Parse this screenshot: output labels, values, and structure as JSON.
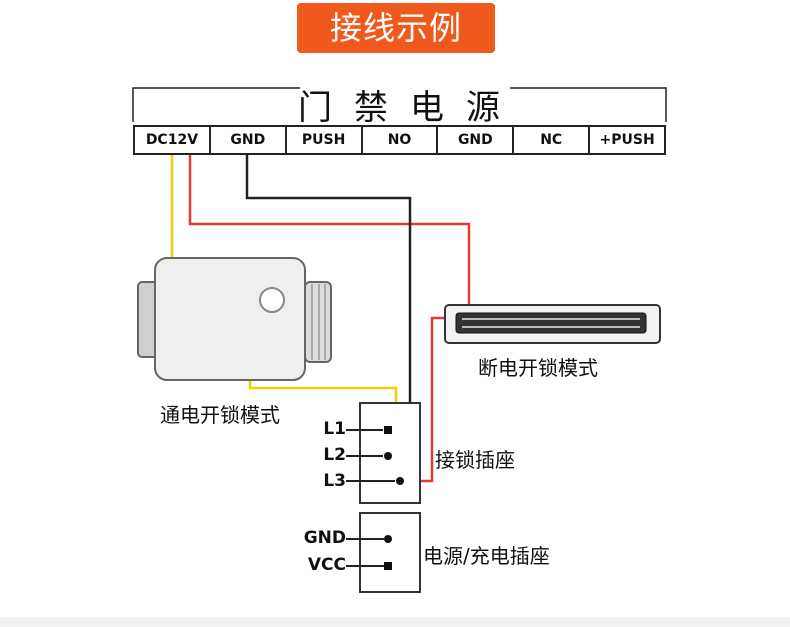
{
  "header": {
    "title": "接线示例"
  },
  "power_supply": {
    "title": "门禁电源",
    "terminals": [
      "DC12V",
      "GND",
      "PUSH",
      "NO",
      "GND",
      "NC",
      "+PUSH"
    ]
  },
  "devices": {
    "power_on_lock": "通电开锁模式",
    "power_off_lock": "断电开锁模式",
    "lock_socket": "接锁插座",
    "power_charge_socket": "电源/充电插座"
  },
  "lock_socket_pins": [
    "L1",
    "L2",
    "L3"
  ],
  "power_socket_pins": [
    "GND",
    "VCC"
  ],
  "colors": {
    "badge": "#ef5a1c",
    "wire_yellow": "#f0d000",
    "wire_red": "#e53935",
    "wire_black": "#222222"
  }
}
